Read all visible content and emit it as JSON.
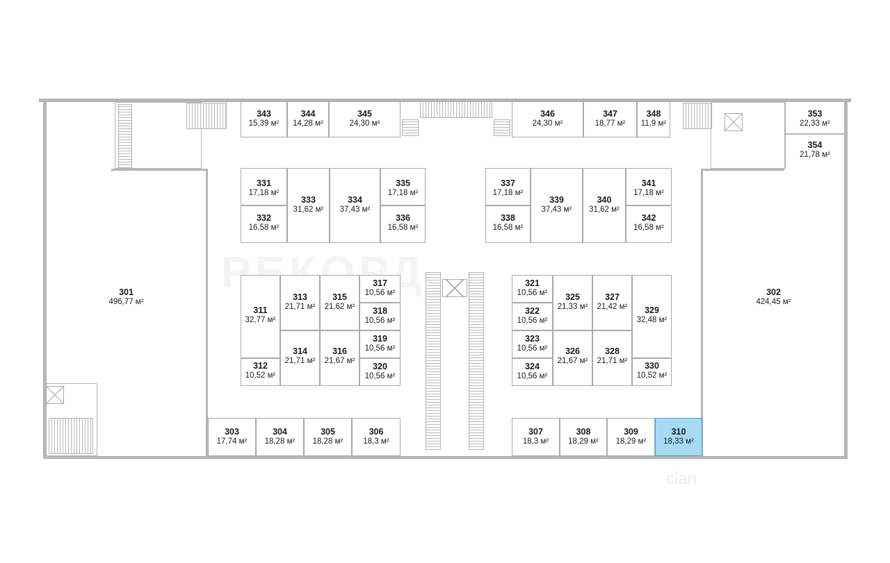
{
  "floor_plan": {
    "selected_room": "310",
    "colors": {
      "wall": "#b5b5b5",
      "room_border": "#a9a9a9",
      "selected_fill": "#a6daf7",
      "selected_border": "#3da3e3",
      "text": "#1a1a1a"
    },
    "watermark_logo": "РЕКОРД",
    "watermark_source": "cian",
    "rooms": {
      "r301": {
        "num": "301",
        "area": "496,77 м²"
      },
      "r302": {
        "num": "302",
        "area": "424,45 м²"
      },
      "r303": {
        "num": "303",
        "area": "17,74 м²"
      },
      "r304": {
        "num": "304",
        "area": "18,28 м²"
      },
      "r305": {
        "num": "305",
        "area": "18,28 м²"
      },
      "r306": {
        "num": "306",
        "area": "18,3 м²"
      },
      "r307": {
        "num": "307",
        "area": "18,3 м²"
      },
      "r308": {
        "num": "308",
        "area": "18,29 м²"
      },
      "r309": {
        "num": "309",
        "area": "18,29 м²"
      },
      "r310": {
        "num": "310",
        "area": "18,33 м²"
      },
      "r311": {
        "num": "311",
        "area": "32,77 м²"
      },
      "r312": {
        "num": "312",
        "area": "10,52 м²"
      },
      "r313": {
        "num": "313",
        "area": "21,71 м²"
      },
      "r314": {
        "num": "314",
        "area": "21,71 м²"
      },
      "r315": {
        "num": "315",
        "area": "21,62 м²"
      },
      "r316": {
        "num": "316",
        "area": "21,67 м²"
      },
      "r317": {
        "num": "317",
        "area": "10,56 м²"
      },
      "r318": {
        "num": "318",
        "area": "10,56 м²"
      },
      "r319": {
        "num": "319",
        "area": "10,56 м²"
      },
      "r320": {
        "num": "320",
        "area": "10,56 м²"
      },
      "r321": {
        "num": "321",
        "area": "10,56 м²"
      },
      "r322": {
        "num": "322",
        "area": "10,56 м²"
      },
      "r323": {
        "num": "323",
        "area": "10,56 м²"
      },
      "r324": {
        "num": "324",
        "area": "10,56 м²"
      },
      "r325": {
        "num": "325",
        "area": "21,33 м²"
      },
      "r326": {
        "num": "326",
        "area": "21,67 м²"
      },
      "r327": {
        "num": "327",
        "area": "21,42 м²"
      },
      "r328": {
        "num": "328",
        "area": "21,71 м²"
      },
      "r329": {
        "num": "329",
        "area": "32,48 м²"
      },
      "r330": {
        "num": "330",
        "area": "10,52 м²"
      },
      "r331": {
        "num": "331",
        "area": "17,18 м²"
      },
      "r332": {
        "num": "332",
        "area": "16,58 м²"
      },
      "r333": {
        "num": "333",
        "area": "31,62 м²"
      },
      "r334": {
        "num": "334",
        "area": "37,43 м²"
      },
      "r335": {
        "num": "335",
        "area": "17,18 м²"
      },
      "r336": {
        "num": "336",
        "area": "16,58 м²"
      },
      "r337": {
        "num": "337",
        "area": "17,18 м²"
      },
      "r338": {
        "num": "338",
        "area": "16,58 м²"
      },
      "r339": {
        "num": "339",
        "area": "37,43 м²"
      },
      "r340": {
        "num": "340",
        "area": "31,62 м²"
      },
      "r341": {
        "num": "341",
        "area": "17,18 м²"
      },
      "r342": {
        "num": "342",
        "area": "16,58 м²"
      },
      "r343": {
        "num": "343",
        "area": "15,39 м²"
      },
      "r344": {
        "num": "344",
        "area": "14,28 м²"
      },
      "r345": {
        "num": "345",
        "area": "24,30 м²"
      },
      "r346": {
        "num": "346",
        "area": "24,30 м²"
      },
      "r347": {
        "num": "347",
        "area": "18,77 м²"
      },
      "r348": {
        "num": "348",
        "area": "11,9 м²"
      },
      "r353": {
        "num": "353",
        "area": "22,33 м²"
      },
      "r354": {
        "num": "354",
        "area": "21,78 м²"
      }
    }
  }
}
